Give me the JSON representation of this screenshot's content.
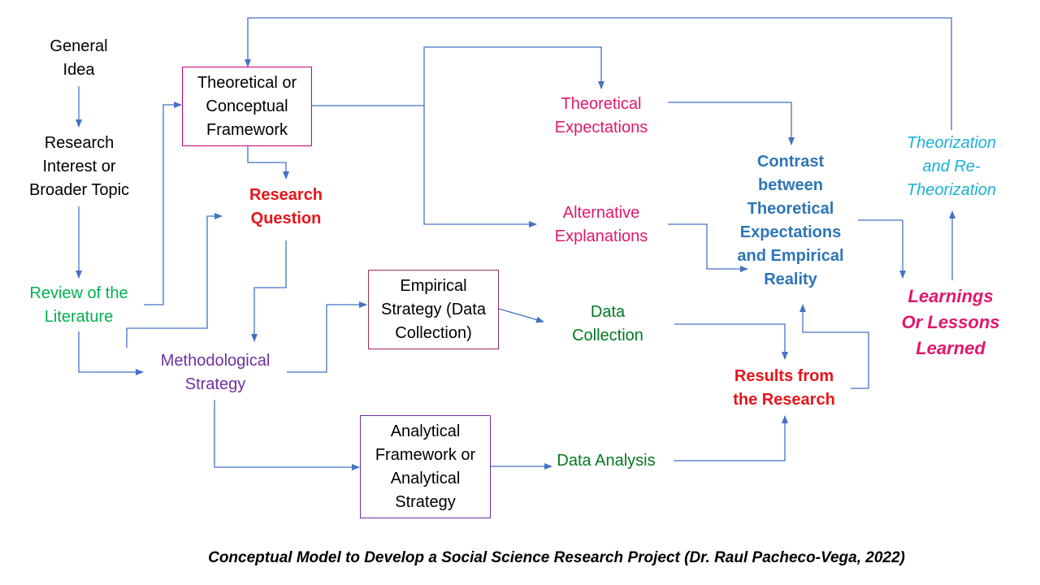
{
  "colors": {
    "arrow": "#4472c4",
    "box_border": "#c0007a",
    "box_border_alt": "#7030a0",
    "black": "#000000",
    "green": "#00b050",
    "dark_green": "#007a1f",
    "purple": "#7030a0",
    "magenta": "#e0186c",
    "red": "#e8141a",
    "steel_blue": "#2e75b6",
    "cyan": "#1ab0d8",
    "pink_bold": "#e0186c"
  },
  "nodes": {
    "general_idea": [
      "General",
      "Idea"
    ],
    "research_interest": [
      "Research",
      "Interest or",
      "Broader Topic"
    ],
    "review_literature": [
      "Review of the",
      "Literature"
    ],
    "theoretical_framework": [
      "Theoretical or",
      "Conceptual",
      "Framework"
    ],
    "research_question": [
      "Research",
      "Question"
    ],
    "methodological_strategy": [
      "Methodological",
      "Strategy"
    ],
    "empirical_strategy": [
      "Empirical",
      "Strategy (Data",
      "Collection)"
    ],
    "analytical_framework": [
      "Analytical",
      "Framework or",
      "Analytical",
      "Strategy"
    ],
    "theoretical_expectations": [
      "Theoretical",
      "Expectations"
    ],
    "alternative_explanations": [
      "Alternative",
      "Explanations"
    ],
    "data_collection": [
      "Data",
      "Collection"
    ],
    "data_analysis": [
      "Data Analysis"
    ],
    "contrast": [
      "Contrast",
      "between",
      "Theoretical",
      "Expectations",
      "and Empirical",
      "Reality"
    ],
    "results": [
      "Results from",
      "the Research"
    ],
    "theorization": [
      "Theorization",
      "and Re-",
      "Theorization"
    ],
    "learnings": [
      "Learnings",
      "Or Lessons",
      "Learned"
    ]
  },
  "caption": "Conceptual Model to Develop a Social Science Research Project (Dr.  Raul Pacheco-Vega, 2022)"
}
